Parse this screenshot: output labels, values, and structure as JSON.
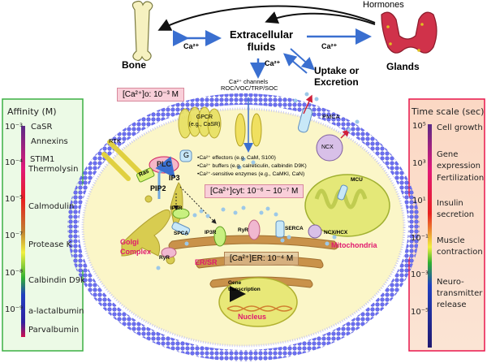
{
  "title_nodes": {
    "bone": "Bone",
    "extracellular": "Extracellular fluids",
    "glands": "Glands",
    "uptake": "Uptake or Excretion",
    "hormones": "Hormones",
    "ca_bone": "Ca²⁺",
    "ca_glands": "Ca²⁺",
    "ca_down": "Ca²⁺"
  },
  "concentrations": {
    "outside": "[Ca²⁺]o: 10⁻³ M",
    "cytosol": "[Ca²⁺]cyt: 10⁻⁶ ~ 10⁻⁷ M",
    "er": "[Ca²⁺]ER: 10⁻⁴ M"
  },
  "membrane": {
    "channels": "Ca²⁺ channels",
    "channel_types": "ROC/VOC/TRP/SOC",
    "gpcr": "GPCR",
    "gpcr_eg": "(e.g., CaSR)",
    "rtk": "RTK",
    "pmca": "PMCA",
    "ncx": "NCX",
    "plc": "PLC",
    "g": "G",
    "ras": "Ras",
    "ip3": "IP3",
    "pip2": "PIP2"
  },
  "cytosol_notes": [
    "•Ca²⁺ effectors (e.g. CaM, S100)",
    "•Ca²⁺ buffers (e.g. calreticulin, calbindin D9K)",
    "•Ca²⁺-sensitive enzymes (e.g., CaMKI, CaN)"
  ],
  "organelles": {
    "golgi": "Golgi Complex",
    "er": "ER/SR",
    "mito": "Mitochondria",
    "nucleus": "Nucleus",
    "gene": "Gene transcription",
    "ip3r_golgi": "IP3R",
    "spca": "SPCA",
    "ryr_golgi": "RyR",
    "ip3r_er": "IP3R",
    "ryr_er": "RyR",
    "serca": "SERCA",
    "mcu": "MCU",
    "ncx_hcx": "NCX/HCX"
  },
  "affinity_panel": {
    "title": "Affinity (M)",
    "ticks": [
      "10⁻³",
      "10⁻⁴",
      "10⁻⁵",
      "10⁻⁷",
      "10⁻⁸",
      "10⁻⁹"
    ],
    "items": [
      "CaSR",
      "Annexins",
      "STIM1",
      "Thermolysin",
      "Calmodulin",
      "Protease K",
      "Calbindin D9k",
      "a-lactalbumin",
      "Parvalbumin"
    ],
    "border_color": "#3cb043"
  },
  "timescale_panel": {
    "title": "Time scale (sec)",
    "ticks": [
      "10⁵",
      "10³",
      "10¹",
      "10⁻¹",
      "10⁻³",
      "10⁻⁵"
    ],
    "items": [
      "Cell growth",
      "Gene expression",
      "Fertilization",
      "Insulin secretion",
      "Muscle contraction",
      "Neuro-transmitter release"
    ],
    "border_color": "#e8174c"
  },
  "colors": {
    "arrow_blue": "#3a6fd0",
    "membrane_blue": "#5a5ee0",
    "cytosol": "#fbf6c8",
    "magenta_label": "#e0196e",
    "er_brown": "#c9924a"
  }
}
